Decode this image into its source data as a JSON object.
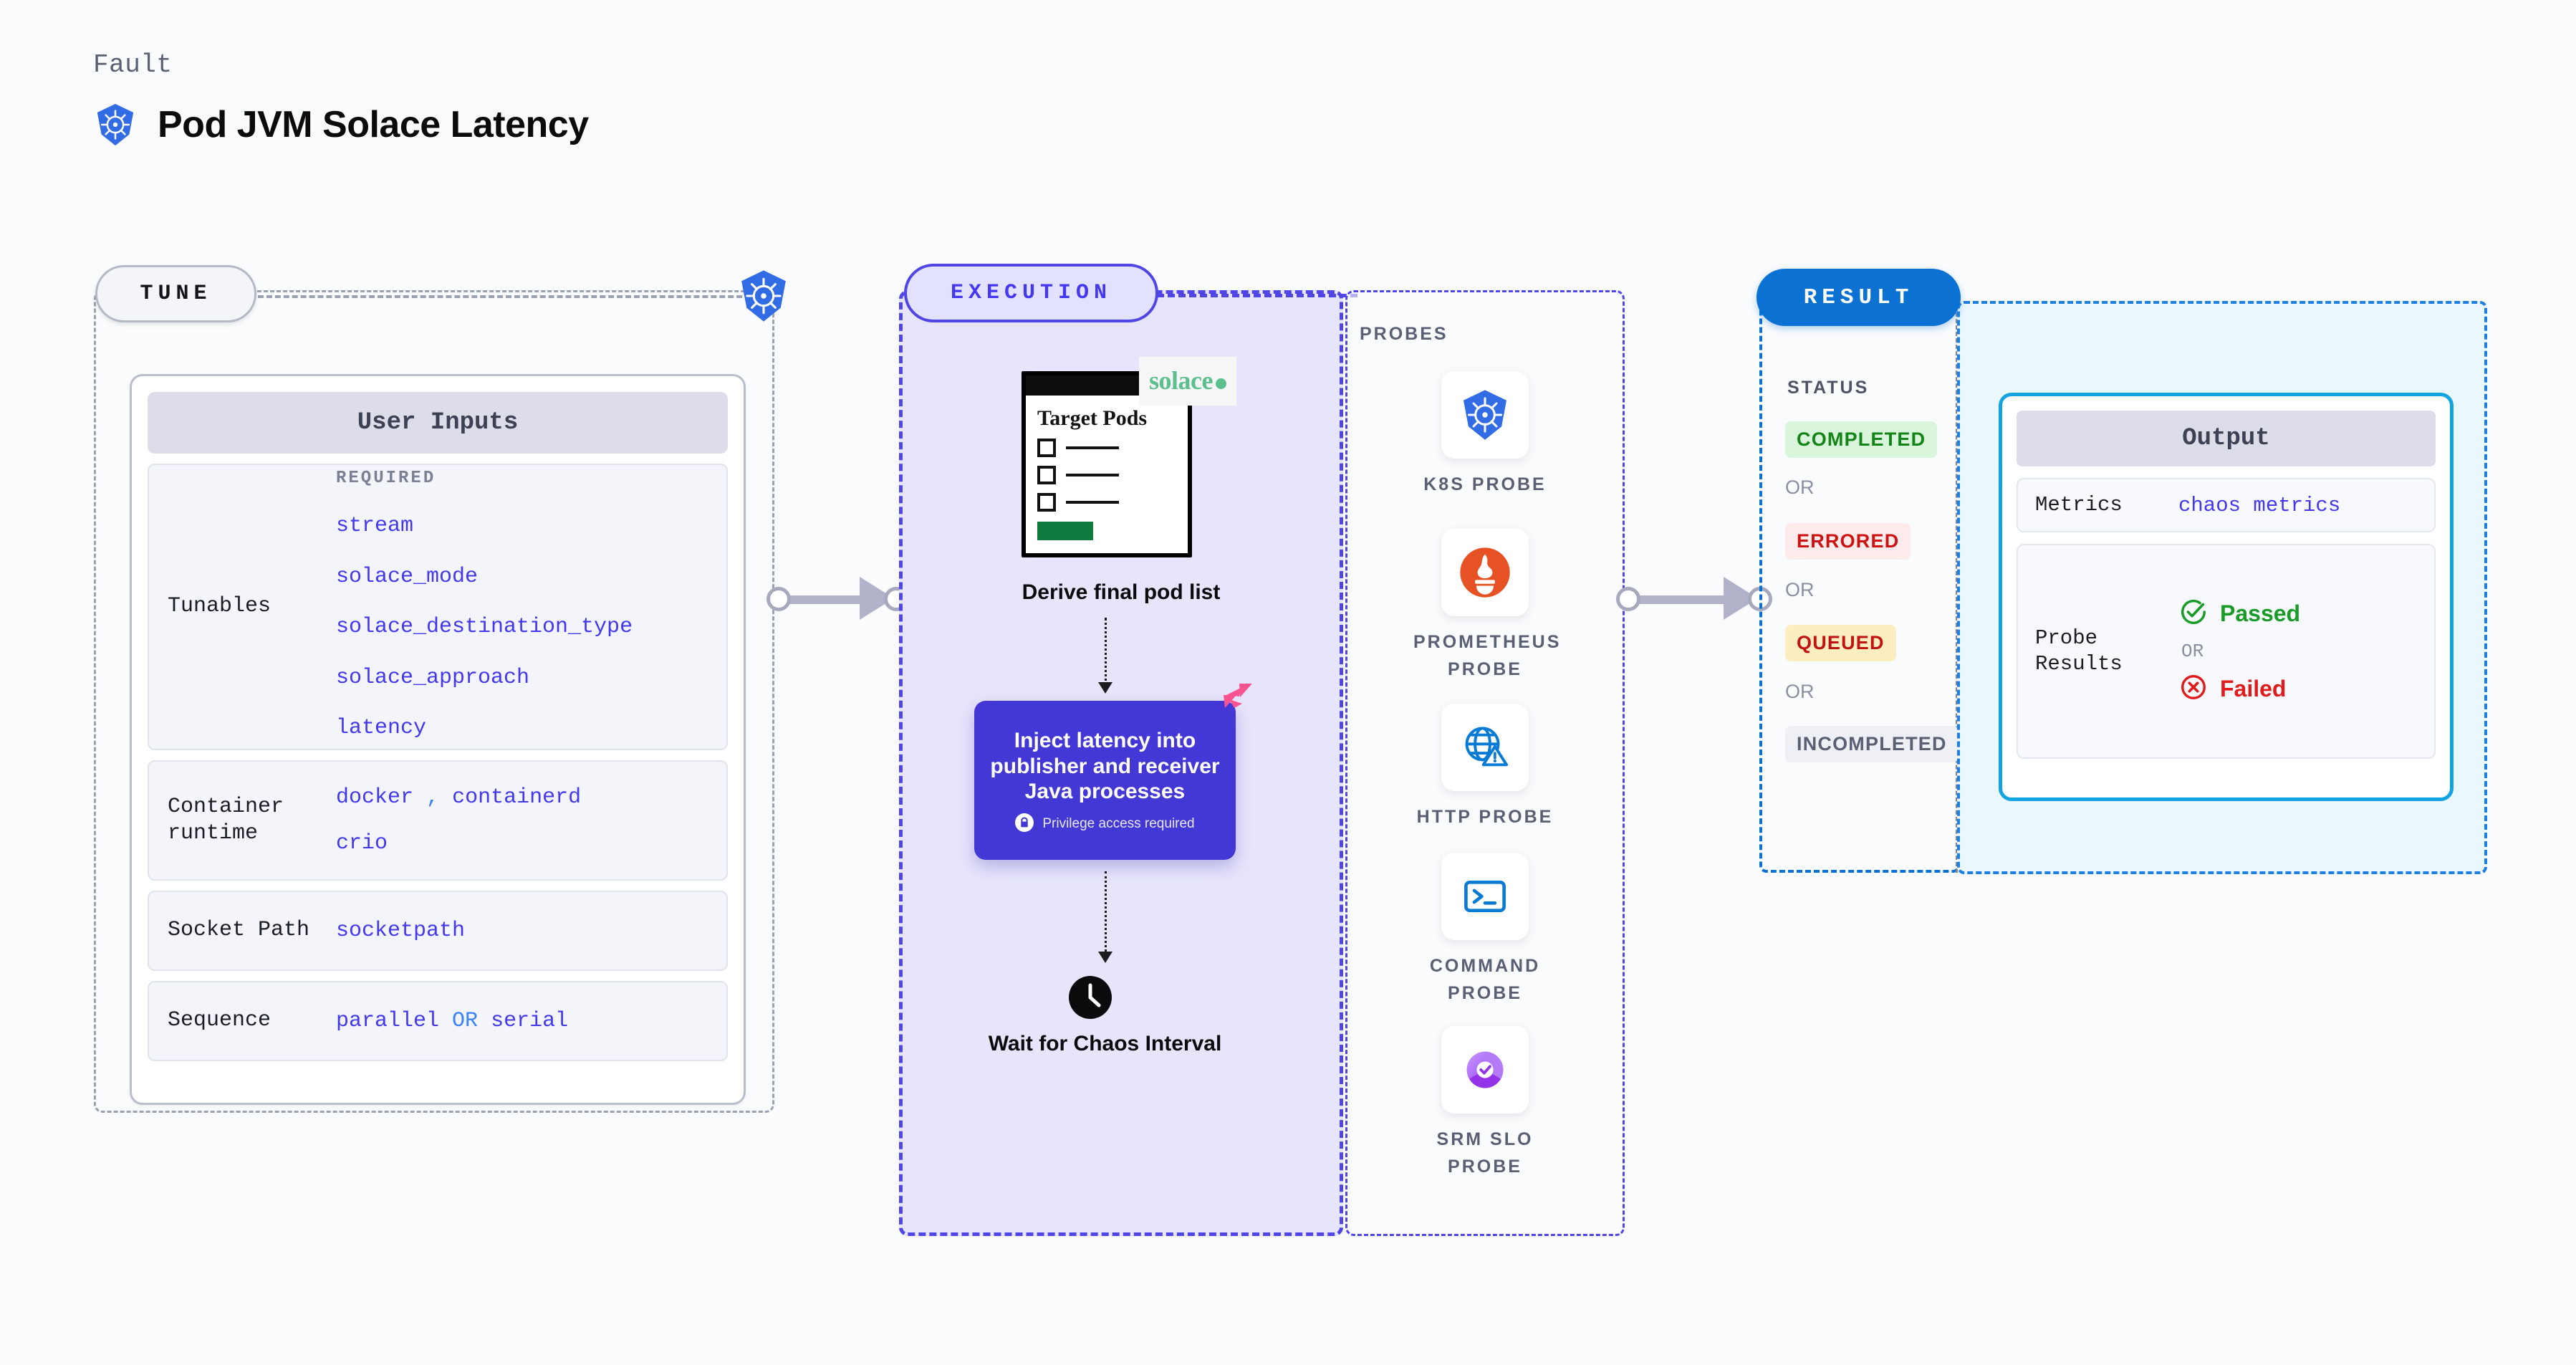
{
  "header": {
    "fault_label": "Fault",
    "title": "Pod JVM Solace Latency",
    "icon": "kubernetes-icon"
  },
  "tune": {
    "tab_label": "TUNE",
    "badge_icon": "kubernetes-icon",
    "card_title": "User Inputs",
    "required_label": "REQUIRED",
    "rows": [
      {
        "key": "Tunables",
        "values": [
          "stream",
          "solace_mode",
          "solace_destination_type",
          "solace_approach",
          "latency"
        ]
      },
      {
        "key": "Container runtime",
        "values": [
          "docker",
          ",",
          "containerd",
          "crio"
        ]
      },
      {
        "key": "Socket Path",
        "values": [
          "socketpath"
        ]
      },
      {
        "key": "Sequence",
        "values": [
          "parallel",
          "OR",
          "serial"
        ]
      }
    ],
    "tunables_key": "Tunables",
    "runtime_key": "Container runtime",
    "runtime_docker": "docker",
    "runtime_comma": ",",
    "runtime_containerd": "containerd",
    "runtime_crio": "crio",
    "socket_key": "Socket Path",
    "socket_val": "socketpath",
    "sequence_key": "Sequence",
    "sequence_parallel": "parallel",
    "sequence_or": "OR",
    "sequence_serial": "serial"
  },
  "execution": {
    "tab_label": "EXECUTION",
    "target_pods_title": "Target Pods",
    "solace_logo_text": "solace",
    "derive_label": "Derive final pod list",
    "inject_text": "Inject latency into publisher and receiver Java processes",
    "privilege_text": "Privilege access required",
    "privilege_icon": "lock-icon",
    "corner_icon": "harness-triangle-icon",
    "wait_icon": "clock-icon",
    "wait_label": "Wait for Chaos Interval"
  },
  "probes": {
    "section_label": "PROBES",
    "items": [
      {
        "label": "K8S PROBE",
        "icon": "kubernetes-icon"
      },
      {
        "label": "PROMETHEUS PROBE",
        "icon": "prometheus-icon"
      },
      {
        "label": "HTTP PROBE",
        "icon": "globe-warning-icon"
      },
      {
        "label": "COMMAND PROBE",
        "icon": "terminal-icon"
      },
      {
        "label": "SRM SLO PROBE",
        "icon": "srm-slo-donut-icon"
      }
    ]
  },
  "result": {
    "tab_label": "RESULT",
    "status_label": "STATUS",
    "statuses": [
      {
        "label": "COMPLETED",
        "bg": "#d9f5dc",
        "fg": "#128418"
      },
      {
        "label": "ERRORED",
        "bg": "#fdeaea",
        "fg": "#cc1212"
      },
      {
        "label": "QUEUED",
        "bg": "#fdeec2",
        "fg": "#c21313"
      },
      {
        "label": "INCOMPLETED",
        "bg": "#eff0f5",
        "fg": "#5a6074"
      }
    ],
    "or_label": "OR"
  },
  "output": {
    "card_title": "Output",
    "metrics_key": "Metrics",
    "metrics_value": "chaos metrics",
    "probe_results_key": "Probe Results",
    "passed_label": "Passed",
    "passed_icon": "check-circle-icon",
    "failed_label": "Failed",
    "failed_icon": "x-circle-icon",
    "or_label": "OR"
  },
  "colors": {
    "accent_indigo": "#4338f0",
    "accent_blue": "#0b72d4",
    "k8s_blue": "#326ce5",
    "pass_green": "#1a9b28",
    "fail_red": "#e01b1b",
    "solace_green": "#5cc08e",
    "pink_badge": "#f9548f"
  }
}
